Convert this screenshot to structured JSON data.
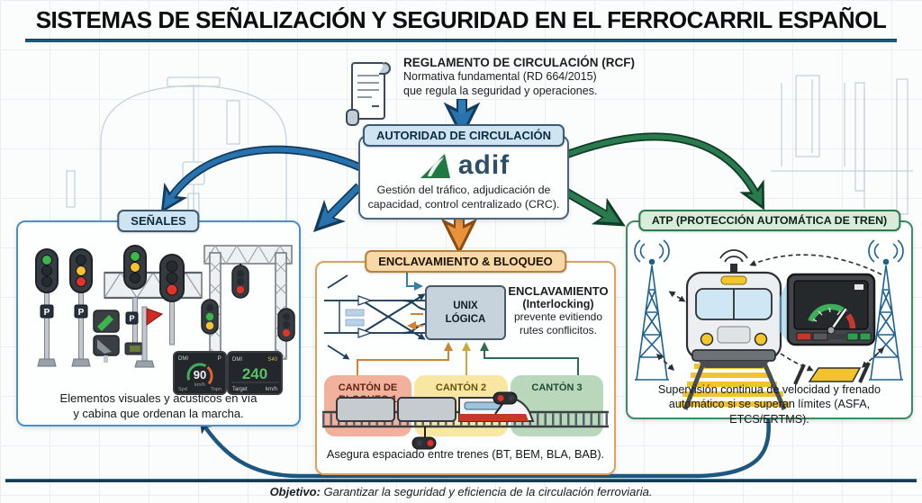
{
  "title": "SISTEMAS DE SEÑALIZACIÓN Y SEGURIDAD EN EL FERROCARRIL ESPAÑOL",
  "rcf": {
    "heading": "REGLAMENTO DE CIRCULACIÓN (RCF)",
    "line1": "Normativa fundamental (RD 664/2015)",
    "line2": "que regula la seguridad y operaciones."
  },
  "authority": {
    "label": "AUTORIDAD DE CIRCULACIÓN",
    "logo_text": "adif",
    "description": "Gestión del tráfico, adjudicación de capacidad, control centralizado (CRC)."
  },
  "senales": {
    "label": "SEÑALES",
    "p_plate": "P",
    "caption_line1": "Elementos visuales y acústicos en vía",
    "caption_line2": "y cabina que ordenan la marcha.",
    "dmi_left": {
      "name": "DMI",
      "mode": "P",
      "speed": "90",
      "unit": "km/h",
      "left": "Spd",
      "right": "Topn"
    },
    "dmi_right": {
      "name": "DMI",
      "code": "S40",
      "speed": "240",
      "left": "Target",
      "right": "km/h"
    }
  },
  "enclavamiento": {
    "label": "ENCLAVAMIENTO & BLOQUEO",
    "unix_line1": "UNIX",
    "unix_line2": "LÓGICA",
    "heading": "ENCLAVAMIENTO",
    "subheading": "(Interlocking)",
    "desc_line1": "prevente evitiendo",
    "desc_line2": "rutes conflicitos.",
    "cantons": [
      "CANTÓN DE BLOQUEO 1",
      "CANTÓN 2",
      "CANTÓN 3"
    ],
    "caption": "Asegura espaciado entre trenes (BT, BEM, BLA, BAB)."
  },
  "atp": {
    "label": "ATP (PROTECCIÓN AUTOMÁTICA DE TREN)",
    "caption_line1": "Supervisión continua de velocidad y frenado",
    "caption_line2": "automático si se superan límites (ASFA, ETCS/ERTMS)."
  },
  "footer": {
    "objective_label": "Objetivo:",
    "objective_text": "Garantizar la seguridad y eficiencia de la circulación ferroviaria."
  },
  "colors": {
    "arrow_blue": "#2873ad",
    "arrow_green": "#2a7a4f",
    "arrow_orange": "#e8923a",
    "accent_navy": "#143b54",
    "adif_green": "#1e7a40",
    "adif_text": "#2e4e66"
  }
}
